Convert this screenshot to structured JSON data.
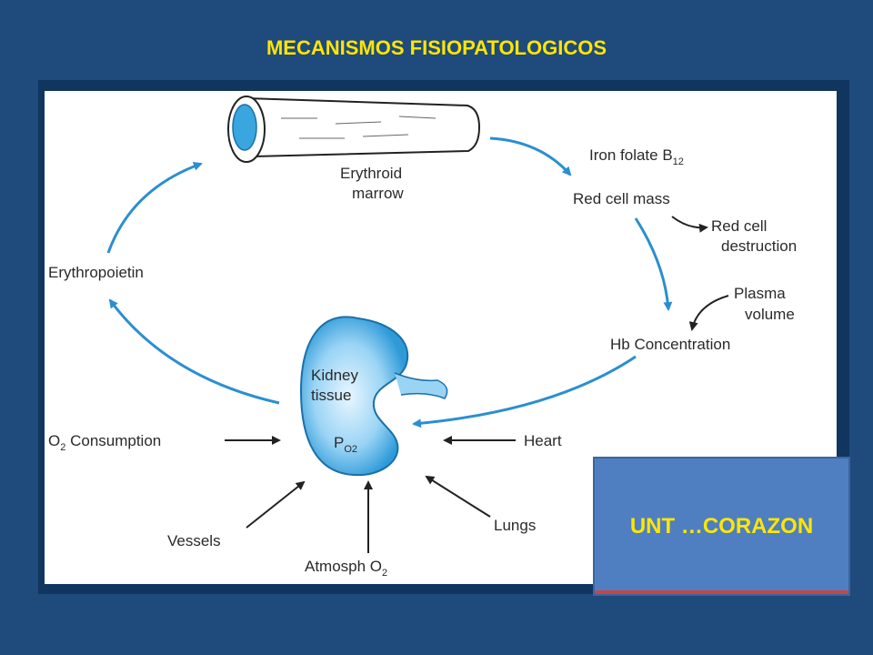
{
  "slide": {
    "title": "MECANISMOS FISIOPATOLOGICOS",
    "footer_label": "UNT …CORAZON"
  },
  "diagram": {
    "bone_label": [
      "Erythroid",
      "marrow"
    ],
    "iron_label": "Iron folate B",
    "iron_sub": "12",
    "red_cell_mass": "Red cell mass",
    "red_cell_destruction": [
      "Red cell",
      "destruction"
    ],
    "plasma_volume": [
      "Plasma",
      "volume"
    ],
    "hb_concentration": "Hb Concentration",
    "erythropoietin": "Erythropoietin",
    "kidney_tissue": [
      "Kidney",
      "tissue"
    ],
    "kidney_po2": "P",
    "kidney_po2_sub": "O2",
    "o2_consumption_o": "O",
    "o2_consumption_sub": "2",
    "o2_consumption_rest": " Consumption",
    "heart": "Heart",
    "vessels": "Vessels",
    "lungs": "Lungs",
    "atmosph": "Atmosph O",
    "atmosph_sub": "2"
  },
  "colors": {
    "background": "#1f4a7c",
    "title": "#ffe600",
    "arrow_blue": "#2a8fd0",
    "kidney": "#3aa6e0"
  }
}
